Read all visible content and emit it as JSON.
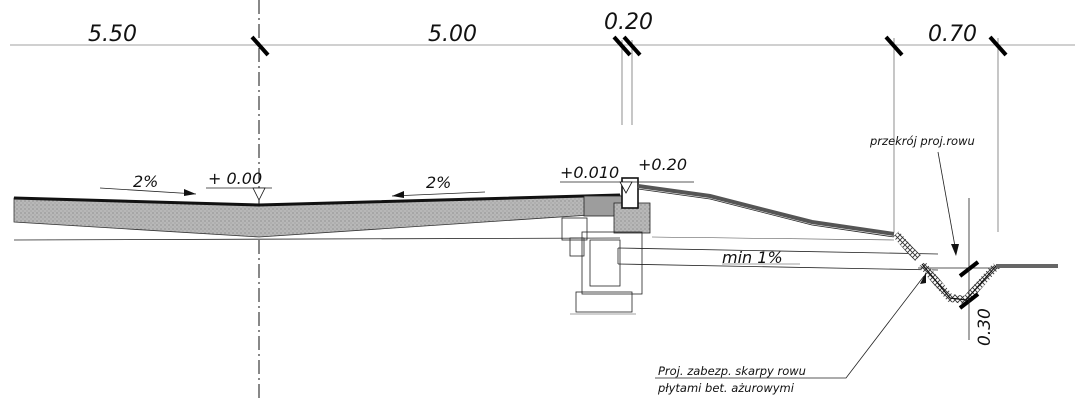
{
  "dimensions": {
    "d1": "5.50",
    "d2": "5.00",
    "d3": "0.20",
    "d4": "0.70",
    "depth": "0.30"
  },
  "slopes": {
    "left": "2%",
    "right": "2%",
    "drain_pipe": "min 1%"
  },
  "levels": {
    "axis": "+ 0.00",
    "edge": "+0.010",
    "curb": "+0.20"
  },
  "annotations": {
    "ditch_section": "przekrój proj.rowu",
    "protection_line1": "Proj. zabezp. skarpy rowu",
    "protection_line2": "płytami  bet. ażurowymi"
  }
}
